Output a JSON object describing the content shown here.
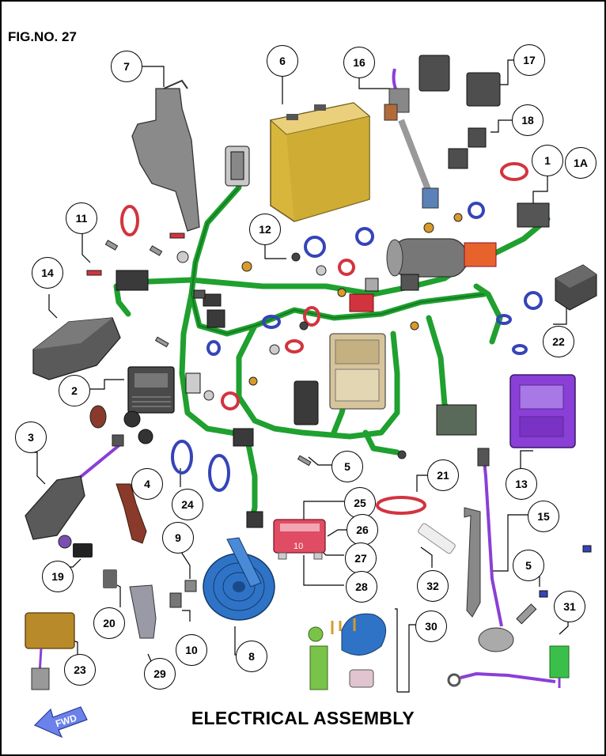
{
  "figure_label": "FIG.NO. 27",
  "title": "ELECTRICAL ASSEMBLY",
  "direction_label": "FWD",
  "fuse_rating": "10",
  "colors": {
    "harness": "#1fa02f",
    "battery": "#d8b63c",
    "ecu": "#8a3fd6",
    "clip_blue": "#3544b8",
    "clip_red": "#d2343f",
    "fuse": "#e04c63",
    "bracket": "#7a7a7a",
    "relay": "#5a5a5a",
    "horn": "#2f73c6"
  },
  "callouts": [
    "1",
    "1A",
    "2",
    "3",
    "4",
    "5",
    "5",
    "6",
    "7",
    "8",
    "9",
    "10",
    "11",
    "12",
    "13",
    "14",
    "15",
    "16",
    "17",
    "18",
    "19",
    "20",
    "21",
    "22",
    "23",
    "24",
    "25",
    "26",
    "27",
    "28",
    "29",
    "30",
    "31",
    "32"
  ]
}
